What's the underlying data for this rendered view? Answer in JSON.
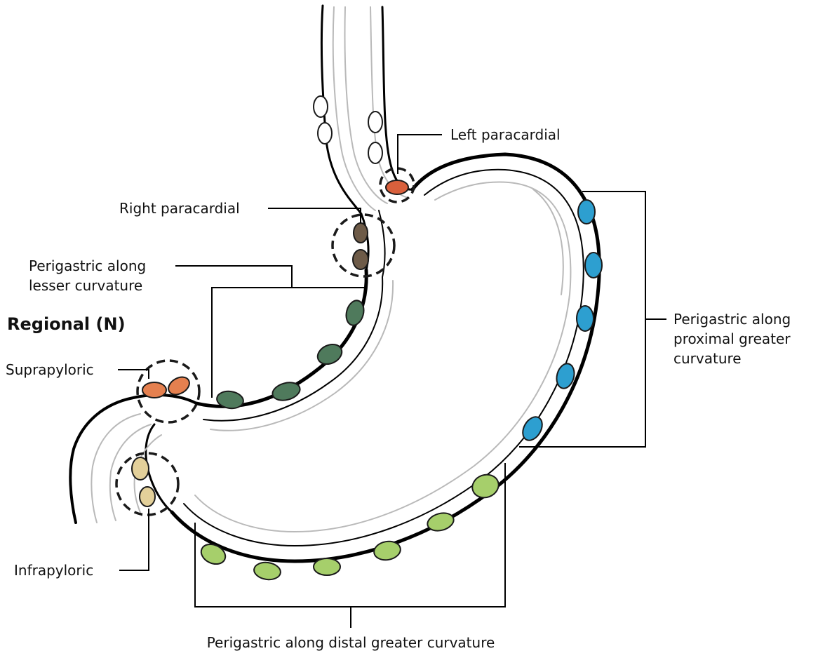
{
  "title": "Regional (N)",
  "labels": {
    "left_paracardial": "Left paracardial",
    "right_paracardial": "Right paracardial",
    "lesser_curvature_line1": "Perigastric along",
    "lesser_curvature_line2": "lesser curvature",
    "proximal_greater_line1": "Perigastric along",
    "proximal_greater_line2": "proximal greater",
    "proximal_greater_line3": "curvature",
    "suprapyloric": "Suprapyloric",
    "infrapyloric": "Infrapyloric",
    "distal_greater": "Perigastric along distal greater curvature"
  },
  "node_colors": {
    "left_paracardial": "#d9603c",
    "right_paracardial": "#6e5b48",
    "lesser_curvature": "#4f7a5c",
    "proximal_greater": "#2d9fd0",
    "suprapyloric": "#e5804f",
    "infrapyloric": "#e3d09a",
    "distal_greater": "#a6cf6b",
    "esophageal": "#ffffff"
  }
}
